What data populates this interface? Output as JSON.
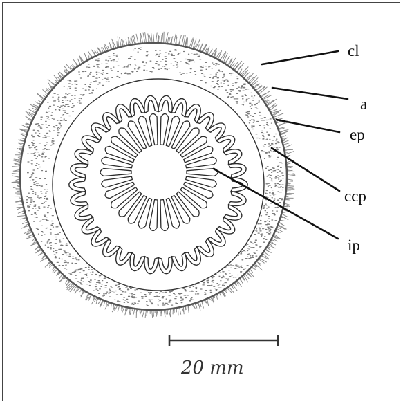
{
  "labels": [
    {
      "id": "cl",
      "text": "cl"
    },
    {
      "id": "a",
      "text": "a"
    },
    {
      "id": "ep",
      "text": "ep"
    },
    {
      "id": "ccp",
      "text": "ccp"
    },
    {
      "id": "ip",
      "text": "ip"
    }
  ],
  "scale_bar": {
    "text": "20 mm"
  },
  "colors": {
    "ink": "#2b2b2b",
    "stipple": "#7a7a7a",
    "fringe": "#8a8a8a",
    "background": "#ffffff"
  }
}
